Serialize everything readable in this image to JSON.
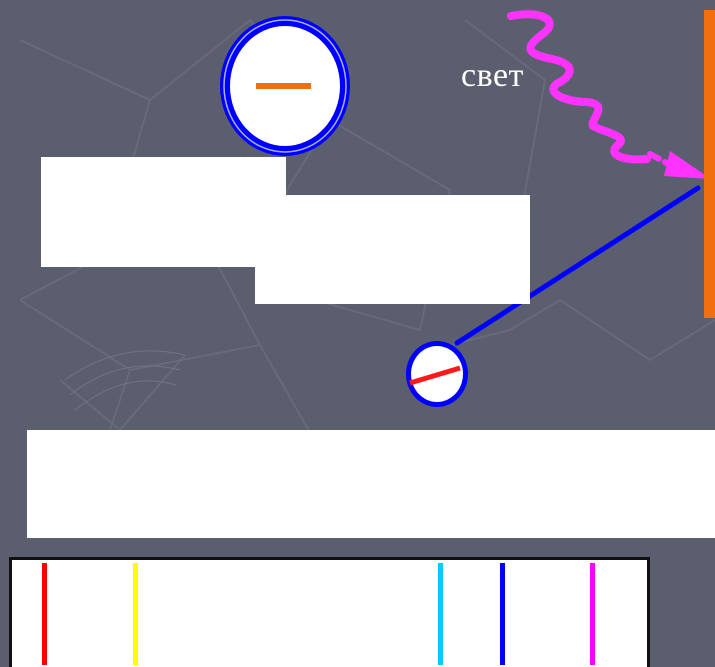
{
  "light_label": "свет",
  "colors": {
    "background": "#5b5e6f",
    "electron_outline": "#0000ff",
    "minus_sign": "#f07010",
    "light_wave": "#ff33ff",
    "emitter_plate": "#f07010",
    "emitted_path": "#0000ff",
    "small_particle_mark": "#ff1a1a"
  },
  "icons": {
    "electron": "negative-charge-circle",
    "light_wave": "wavy-arrow",
    "plate": "orange-vertical-plate",
    "particle": "small-circle-with-slash"
  },
  "spectrum_lines": [
    {
      "name": "red-line",
      "color": "#ff0000"
    },
    {
      "name": "yellow-line",
      "color": "#ffff00"
    },
    {
      "name": "cyan-line",
      "color": "#00ccff"
    },
    {
      "name": "blue-line",
      "color": "#0000ff"
    },
    {
      "name": "magenta-line",
      "color": "#ff00ff"
    }
  ]
}
